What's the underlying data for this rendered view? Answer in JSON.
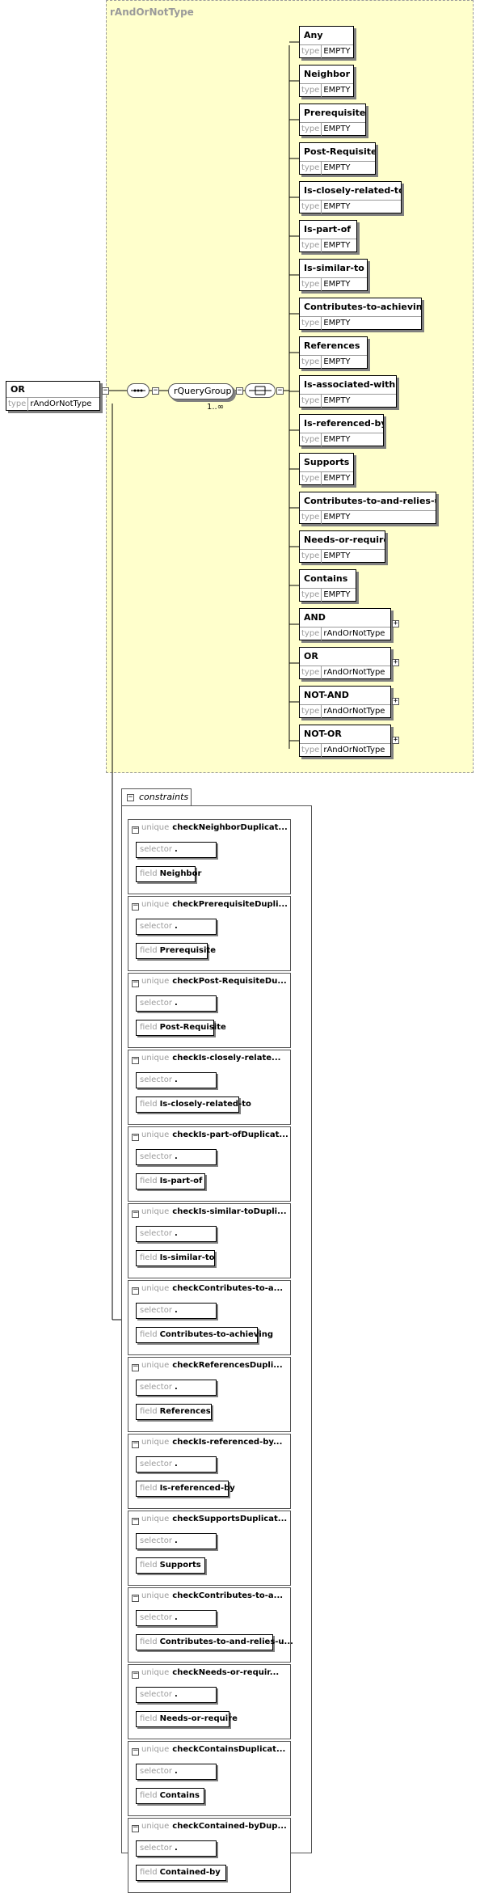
{
  "complex_type": {
    "name": "rAndOrNotType"
  },
  "root": {
    "name": "OR",
    "type_label": "type",
    "type": "rAndOrNotType"
  },
  "group": {
    "name": "rQueryGroup",
    "occurrence": "1..∞"
  },
  "elements": [
    {
      "name": "Any",
      "type_label": "type",
      "type": "EMPTY",
      "expandable": false
    },
    {
      "name": "Neighbor",
      "type_label": "type",
      "type": "EMPTY",
      "expandable": false
    },
    {
      "name": "Prerequisite",
      "type_label": "type",
      "type": "EMPTY",
      "expandable": false
    },
    {
      "name": "Post-Requisite",
      "type_label": "type",
      "type": "EMPTY",
      "expandable": false
    },
    {
      "name": "Is-closely-related-to",
      "type_label": "type",
      "type": "EMPTY",
      "expandable": false
    },
    {
      "name": "Is-part-of",
      "type_label": "type",
      "type": "EMPTY",
      "expandable": false
    },
    {
      "name": "Is-similar-to",
      "type_label": "type",
      "type": "EMPTY",
      "expandable": false
    },
    {
      "name": "Contributes-to-achieving",
      "type_label": "type",
      "type": "EMPTY",
      "expandable": false
    },
    {
      "name": "References",
      "type_label": "type",
      "type": "EMPTY",
      "expandable": false
    },
    {
      "name": "Is-associated-with",
      "type_label": "type",
      "type": "EMPTY",
      "expandable": false
    },
    {
      "name": "Is-referenced-by",
      "type_label": "type",
      "type": "EMPTY",
      "expandable": false
    },
    {
      "name": "Supports",
      "type_label": "type",
      "type": "EMPTY",
      "expandable": false
    },
    {
      "name": "Contributes-to-and-relies-upon",
      "type_label": "type",
      "type": "EMPTY",
      "expandable": false
    },
    {
      "name": "Needs-or-require",
      "type_label": "type",
      "type": "EMPTY",
      "expandable": false
    },
    {
      "name": "Contains",
      "type_label": "type",
      "type": "EMPTY",
      "expandable": false
    },
    {
      "name": "AND",
      "type_label": "type",
      "type": "rAndOrNotType",
      "expandable": true
    },
    {
      "name": "OR",
      "type_label": "type",
      "type": "rAndOrNotType",
      "expandable": true
    },
    {
      "name": "NOT-AND",
      "type_label": "type",
      "type": "rAndOrNotType",
      "expandable": true
    },
    {
      "name": "NOT-OR",
      "type_label": "type",
      "type": "rAndOrNotType",
      "expandable": true
    }
  ],
  "constraints": {
    "label": "constraints",
    "kind_label": "unique",
    "selector_label": "selector",
    "field_label": "field",
    "items": [
      {
        "name": "checkNeighborDuplicat...",
        "selector": ".",
        "field": "Neighbor"
      },
      {
        "name": "checkPrerequisiteDupli...",
        "selector": ".",
        "field": "Prerequisite"
      },
      {
        "name": "checkPost-RequisiteDu...",
        "selector": ".",
        "field": "Post-Requisite"
      },
      {
        "name": "checkIs-closely-relate...",
        "selector": ".",
        "field": "Is-closely-related-to"
      },
      {
        "name": "checkIs-part-ofDuplicat...",
        "selector": ".",
        "field": "Is-part-of"
      },
      {
        "name": "checkIs-similar-toDupli...",
        "selector": ".",
        "field": "Is-similar-to"
      },
      {
        "name": "checkContributes-to-a...",
        "selector": ".",
        "field": "Contributes-to-achieving"
      },
      {
        "name": "checkReferencesDupli...",
        "selector": ".",
        "field": "References"
      },
      {
        "name": "checkIs-referenced-by...",
        "selector": ".",
        "field": "Is-referenced-by"
      },
      {
        "name": "checkSupportsDuplicat...",
        "selector": ".",
        "field": "Supports"
      },
      {
        "name": "checkContributes-to-a...",
        "selector": ".",
        "field": "Contributes-to-and-relies-u..."
      },
      {
        "name": "checkNeeds-or-requir...",
        "selector": ".",
        "field": "Needs-or-require"
      },
      {
        "name": "checkContainsDuplicat...",
        "selector": ".",
        "field": "Contains"
      },
      {
        "name": "checkContained-byDup...",
        "selector": ".",
        "field": "Contained-by"
      }
    ]
  }
}
